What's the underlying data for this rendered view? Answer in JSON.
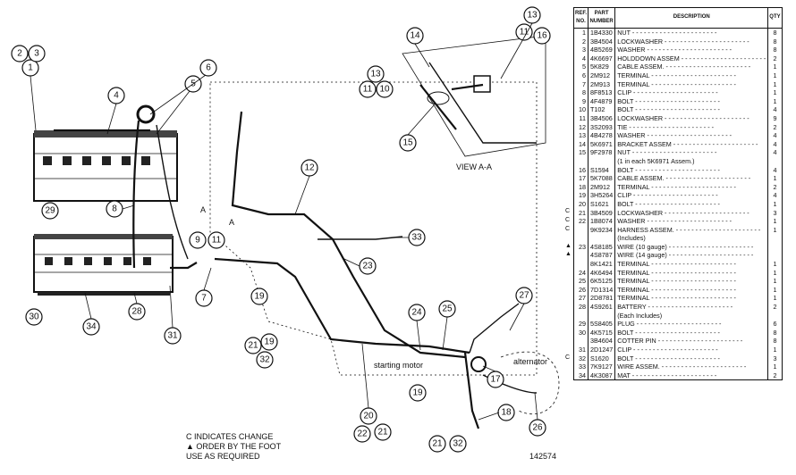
{
  "drawing": {
    "view_label": "VIEW A-A",
    "section_marks": [
      "A",
      "A"
    ],
    "labels": {
      "starting_motor": "starting motor",
      "alternator": "alternator"
    },
    "footnote_lines": [
      "C INDICATES CHANGE",
      "▲ ORDER BY THE FOOT",
      "USE AS REQUIRED"
    ],
    "figure_number": "142574",
    "callouts": [
      "1",
      "2",
      "3",
      "4",
      "5",
      "6",
      "7",
      "8",
      "9",
      "10",
      "11",
      "12",
      "13",
      "14",
      "15",
      "16",
      "17",
      "18",
      "19",
      "20",
      "21",
      "22",
      "23",
      "24",
      "25",
      "26",
      "27",
      "28",
      "29",
      "30",
      "31",
      "32",
      "33",
      "34"
    ]
  },
  "parts_table": {
    "headers": {
      "ref": "REF. NO.",
      "part": "PART NUMBER",
      "desc": "DESCRIPTION",
      "qty": "QTY"
    },
    "rows": [
      {
        "mark": "",
        "ref": "1",
        "part": "1B4330",
        "desc": "NUT",
        "qty": "8"
      },
      {
        "mark": "",
        "ref": "2",
        "part": "3B4504",
        "desc": "LOCKWASHER",
        "qty": "8"
      },
      {
        "mark": "",
        "ref": "3",
        "part": "4B5269",
        "desc": "WASHER",
        "qty": "8"
      },
      {
        "mark": "",
        "ref": "4",
        "part": "4K6697",
        "desc": "HOLDDOWN ASSEM",
        "qty": "2"
      },
      {
        "mark": "",
        "ref": "5",
        "part": "5K829",
        "desc": "CABLE ASSEM.",
        "qty": "1"
      },
      {
        "mark": "",
        "ref": "6",
        "part": "2M912",
        "desc": "  TERMINAL",
        "qty": "1"
      },
      {
        "mark": "",
        "ref": "7",
        "part": "2M913",
        "desc": "  TERMINAL",
        "qty": "1"
      },
      {
        "mark": "",
        "ref": "8",
        "part": "8F8513",
        "desc": "CLIP",
        "qty": "1"
      },
      {
        "mark": "",
        "ref": "9",
        "part": "4F4879",
        "desc": "BOLT",
        "qty": "1"
      },
      {
        "mark": "",
        "ref": "10",
        "part": "T102",
        "desc": "BOLT",
        "qty": "4"
      },
      {
        "mark": "",
        "ref": "11",
        "part": "3B4506",
        "desc": "LOCKWASHER",
        "qty": "9"
      },
      {
        "mark": "",
        "ref": "12",
        "part": "3S2093",
        "desc": "TIE",
        "qty": "2"
      },
      {
        "mark": "",
        "ref": "13",
        "part": "4B4278",
        "desc": "WASHER",
        "qty": "4"
      },
      {
        "mark": "",
        "ref": "14",
        "part": "5K6971",
        "desc": "BRACKET ASSEM",
        "qty": "4"
      },
      {
        "mark": "",
        "ref": "15",
        "part": "9F2978",
        "desc": "  NUT",
        "qty": "4"
      },
      {
        "mark": "",
        "ref": "",
        "part": "",
        "desc": "    (1 in each 5K6971 Assem.)",
        "qty": ""
      },
      {
        "mark": "",
        "ref": "16",
        "part": "S1594",
        "desc": "BOLT",
        "qty": "4"
      },
      {
        "mark": "",
        "ref": "17",
        "part": "5K7088",
        "desc": "CABLE ASSEM.",
        "qty": "1"
      },
      {
        "mark": "",
        "ref": "18",
        "part": "2M912",
        "desc": "  TERMINAL",
        "qty": "2"
      },
      {
        "mark": "",
        "ref": "19",
        "part": "3H5264",
        "desc": "CLIP",
        "qty": "4"
      },
      {
        "mark": "",
        "ref": "20",
        "part": "S1621",
        "desc": "BOLT",
        "qty": "1"
      },
      {
        "mark": "C",
        "ref": "21",
        "part": "3B4509",
        "desc": "LOCKWASHER",
        "qty": "3"
      },
      {
        "mark": "C",
        "ref": "22",
        "part": "1B8074",
        "desc": "WASHER",
        "qty": "1"
      },
      {
        "mark": "C",
        "ref": "",
        "part": "9K9234",
        "desc": "HARNESS ASSEM.",
        "qty": "1"
      },
      {
        "mark": "",
        "ref": "",
        "part": "",
        "desc": "  (Includes)",
        "qty": ""
      },
      {
        "mark": "▲",
        "ref": "23",
        "part": "4S8185",
        "desc": "  WIRE          (10 gauge)",
        "qty": ""
      },
      {
        "mark": "▲",
        "ref": "",
        "part": "4S8787",
        "desc": "  WIRE          (14 gauge)",
        "qty": ""
      },
      {
        "mark": "",
        "ref": "",
        "part": "8K1421",
        "desc": "  TERMINAL",
        "qty": "1"
      },
      {
        "mark": "",
        "ref": "24",
        "part": "4K6494",
        "desc": "  TERMINAL",
        "qty": "1"
      },
      {
        "mark": "",
        "ref": "25",
        "part": "6K5125",
        "desc": "  TERMINAL",
        "qty": "1"
      },
      {
        "mark": "",
        "ref": "26",
        "part": "7D1314",
        "desc": "  TERMINAL",
        "qty": "1"
      },
      {
        "mark": "",
        "ref": "27",
        "part": "2D8781",
        "desc": "  TERMINAL",
        "qty": "1"
      },
      {
        "mark": "",
        "ref": "28",
        "part": "4S9261",
        "desc": "BATTERY",
        "qty": "2"
      },
      {
        "mark": "",
        "ref": "",
        "part": "",
        "desc": "  (Each Includes)",
        "qty": ""
      },
      {
        "mark": "",
        "ref": "29",
        "part": "5S8405",
        "desc": "  PLUG",
        "qty": "6"
      },
      {
        "mark": "",
        "ref": "30",
        "part": "4K5715",
        "desc": "BOLT",
        "qty": "8"
      },
      {
        "mark": "",
        "ref": "",
        "part": "3B4604",
        "desc": "COTTER PIN",
        "qty": "8"
      },
      {
        "mark": "",
        "ref": "31",
        "part": "2D1247",
        "desc": "CLIP",
        "qty": "1"
      },
      {
        "mark": "C",
        "ref": "32",
        "part": "S1620",
        "desc": "BOLT",
        "qty": "3"
      },
      {
        "mark": "",
        "ref": "33",
        "part": "7K9127",
        "desc": "WIRE ASSEM.",
        "qty": "1"
      },
      {
        "mark": "",
        "ref": "34",
        "part": "4K3087",
        "desc": "MAT",
        "qty": "2"
      }
    ]
  }
}
